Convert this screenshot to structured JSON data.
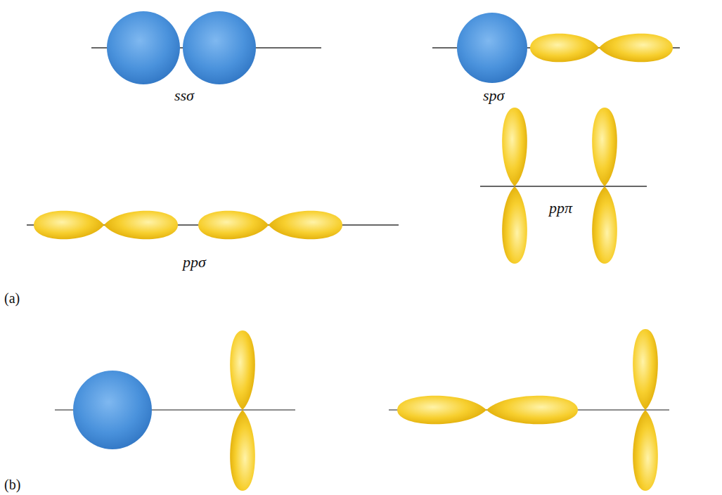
{
  "diagram": {
    "labels": [
      "ssσ",
      "spσ",
      "ppσ",
      "ppπ",
      "(a)",
      "(b)"
    ]
  }
}
